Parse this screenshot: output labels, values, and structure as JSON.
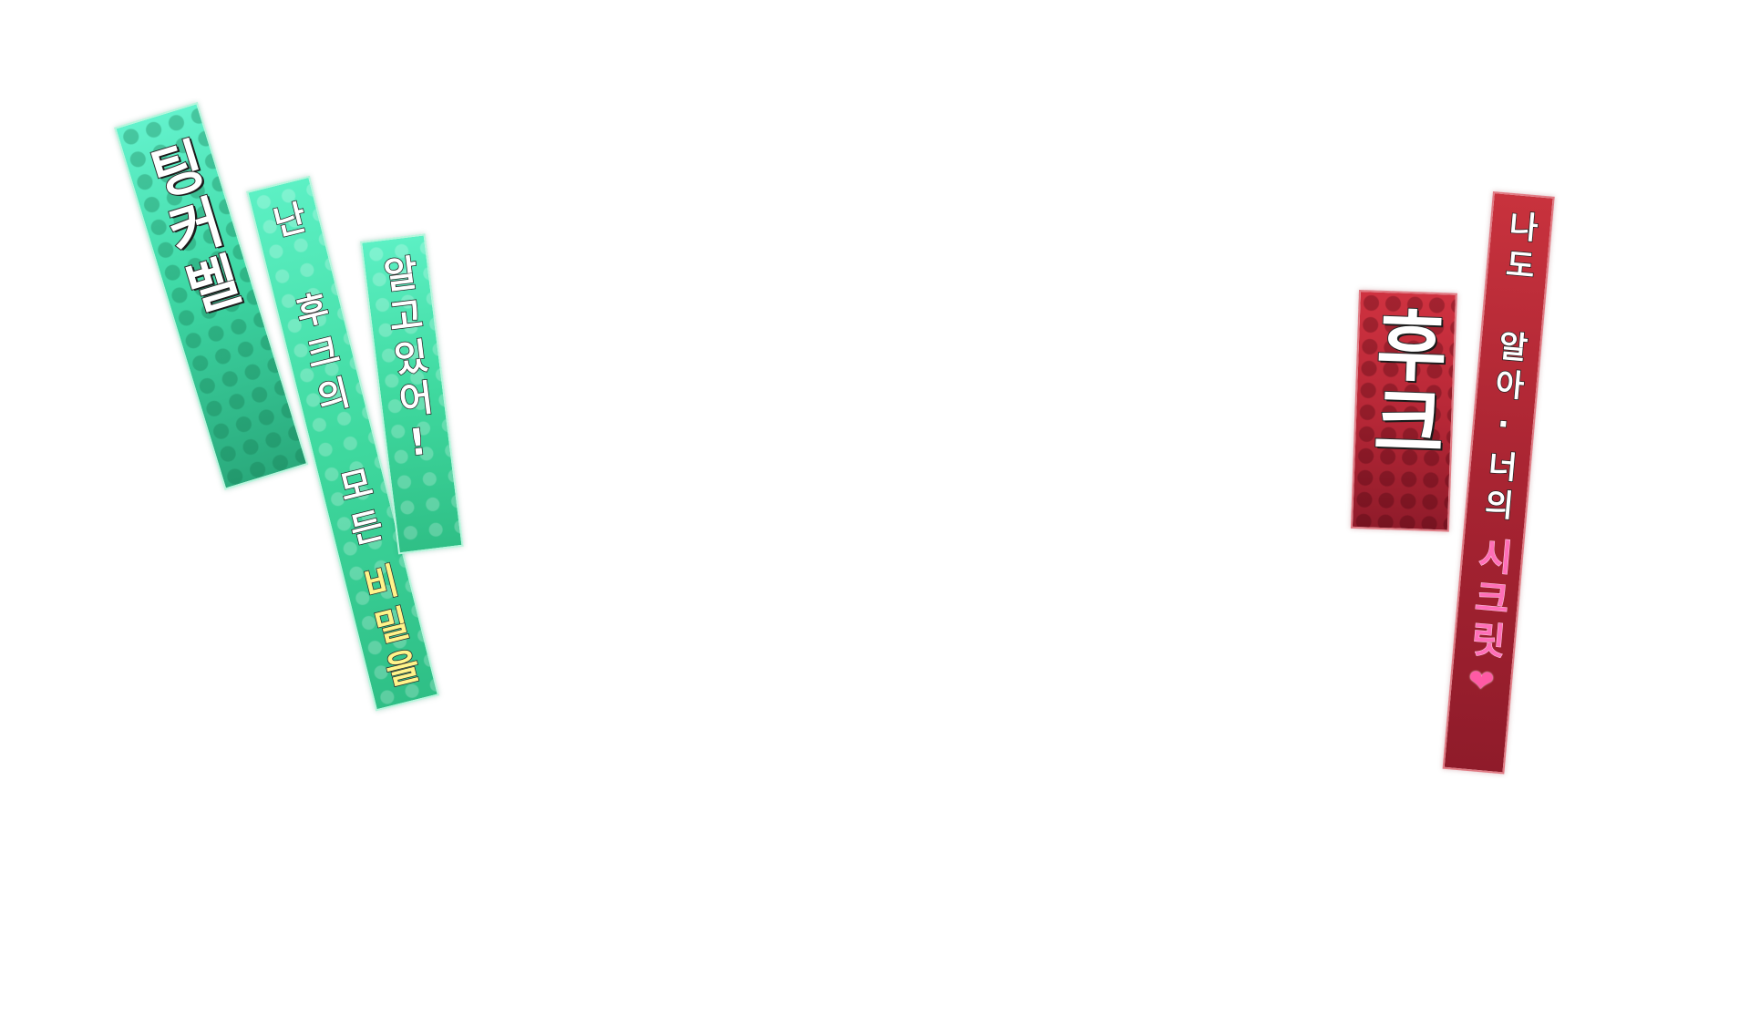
{
  "left_group": {
    "name_label": "팅커벨",
    "line1_prefix": "난 후크의 모든",
    "line1_highlight": "비밀을",
    "line2": "알고있어!",
    "colors": {
      "banner": "#3fd99f",
      "highlight_text": "#fff48a"
    }
  },
  "right_group": {
    "name_label": "후크",
    "line_prefix": "나도 알아·너의",
    "line_highlight": "시크릿",
    "heart_icon": "heart-icon",
    "colors": {
      "banner": "#a82432",
      "highlight_text": "#ff6fb8",
      "heart": "#ff5aa5"
    }
  }
}
